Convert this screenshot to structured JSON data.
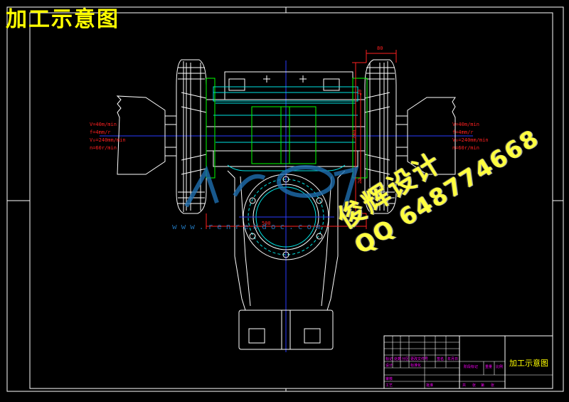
{
  "drawing": {
    "title": "加工示意图",
    "left_spec": [
      "V=40m/min",
      "f=4mm/r",
      "V₀=240mm/min",
      "n=60r/min"
    ],
    "right_spec": [
      "V=40m/min",
      "f=4mm/r",
      "V₀=240mm/min",
      "n=60r/min"
    ],
    "dimensions": {
      "top": "80",
      "side_a": "20",
      "side_b": "240",
      "side_c": "20",
      "bottom": "500"
    },
    "watermark_url": "www.renrendoc.com"
  },
  "promo": {
    "line1": "俊辉设计",
    "line2": "QQ 648774668"
  },
  "title_block": {
    "title": "加工示意图",
    "small_labels": [
      "标记",
      "处数",
      "分区",
      "更改文件号",
      "签名",
      "年月日",
      "设计",
      "标准化",
      "阶段标记",
      "重量",
      "比例",
      "审核",
      "工艺",
      "批准",
      "共",
      "张",
      "第",
      "张"
    ]
  },
  "colors": {
    "frame": "#ffffff",
    "center_line": "#2a3cff",
    "cyan": "#00e5e5",
    "green": "#00ff00",
    "red": "#ff2020",
    "yellow": "#ffff00",
    "magenta": "#ff00ff"
  }
}
